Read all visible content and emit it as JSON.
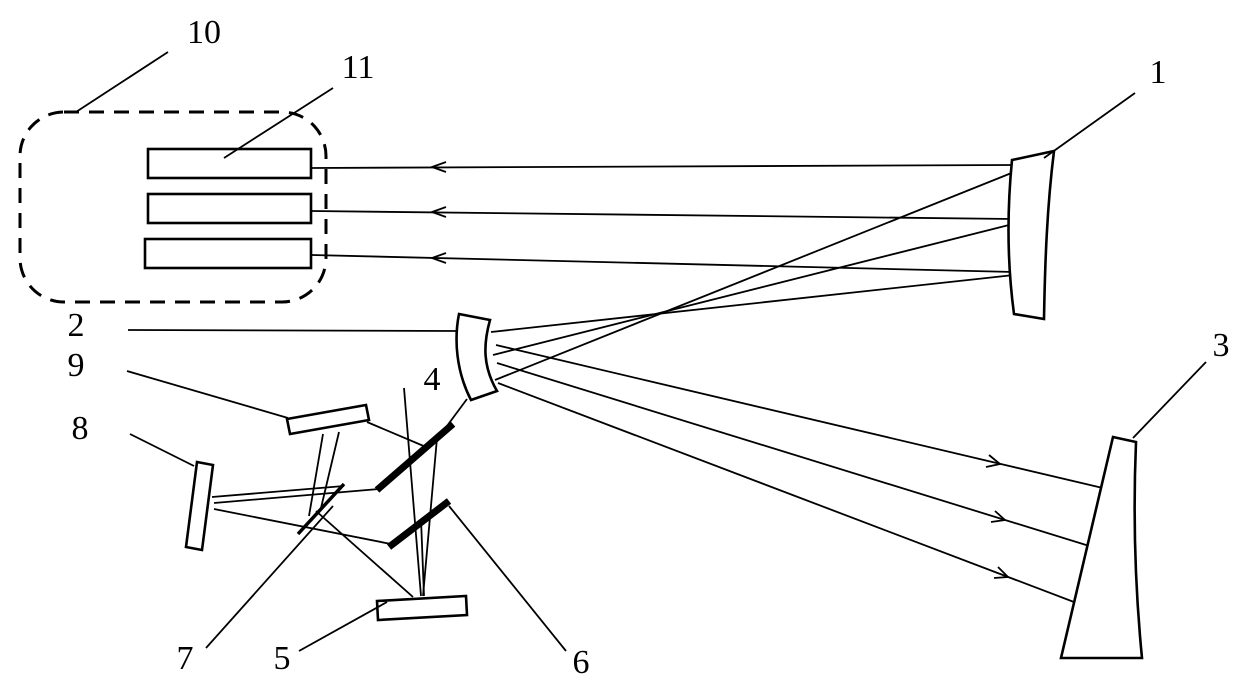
{
  "figure": {
    "background_color": "#ffffff",
    "line_color": "#000000",
    "labels": {
      "n1": "1",
      "n2": "2",
      "n3": "3",
      "n4": "4",
      "n5": "5",
      "n6": "6",
      "n7": "7",
      "n8": "8",
      "n9": "9",
      "n10": "10",
      "n11": "11"
    }
  }
}
